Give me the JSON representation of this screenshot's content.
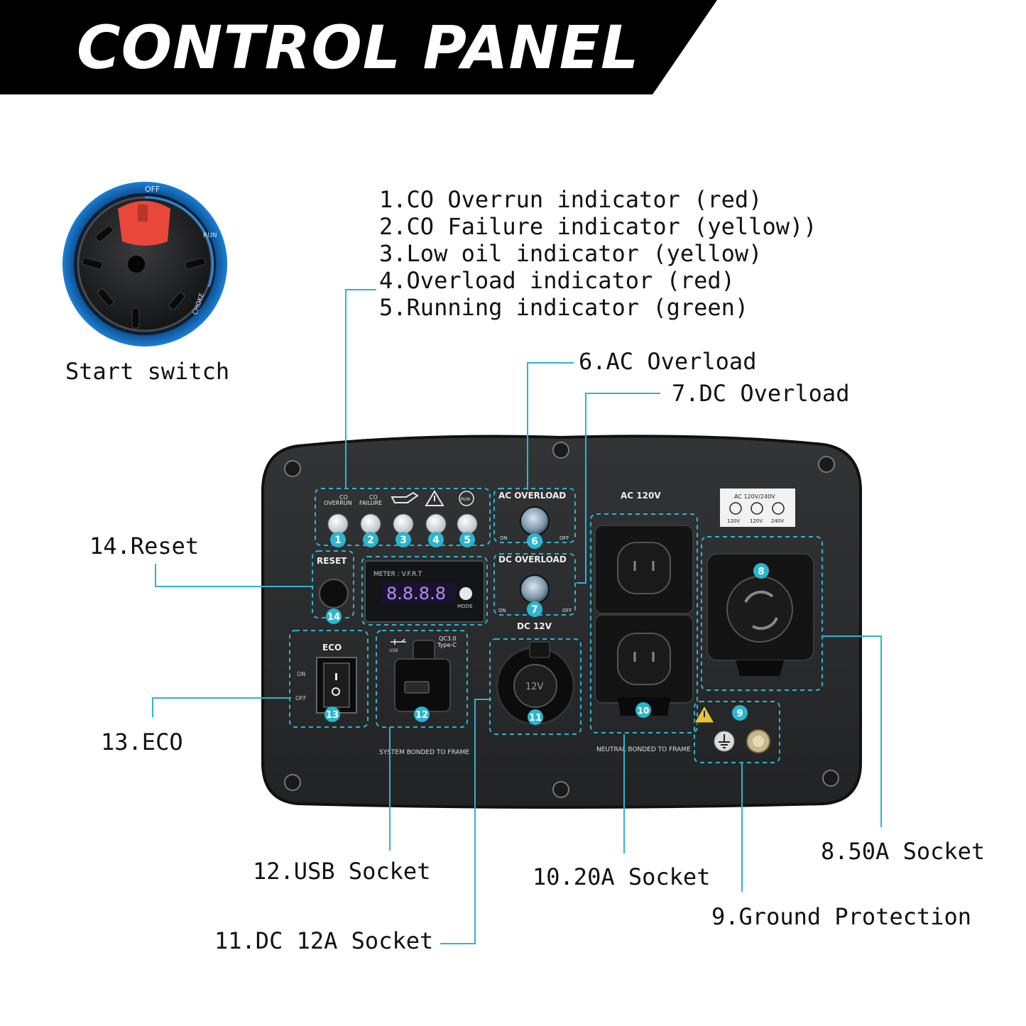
{
  "banner": {
    "title": "CONTROL PANEL"
  },
  "start_switch": {
    "label": "Start switch",
    "dial_off": "OFF",
    "dial_run": "RUN",
    "dial_choke": "CHOKE"
  },
  "indicators_list": [
    "1.CO Overrun indicator (red)",
    "2.CO Failure indicator (yellow))",
    "3.Low oil indicator (yellow)",
    "4.Overload indicator (red)",
    "5.Running indicator (green)"
  ],
  "callouts": {
    "ac_overload": "6.AC Overload",
    "dc_overload": "7.DC Overload",
    "socket_50a": "8.50A Socket",
    "ground": "9.Ground Protection",
    "socket_20a": "10.20A Socket",
    "dc_12a": "11.DC 12A Socket",
    "usb": "12.USB Socket",
    "eco": "13.ECO",
    "reset": "14.Reset"
  },
  "panel": {
    "co_overrun": "CO",
    "co_overrun_2": "OVERRUN",
    "co_failure": "CO",
    "co_failure_2": "FAILURE",
    "run_icon": "RUN",
    "numbers": [
      "1",
      "2",
      "3",
      "4",
      "5",
      "6",
      "7",
      "8",
      "9",
      "10",
      "11",
      "12",
      "13",
      "14"
    ],
    "ac_overload": "AC OVERLOAD",
    "dc_overload": "DC OVERLOAD",
    "on": "ON",
    "off": "OFF",
    "reset": "RESET",
    "meter": "METER : V.F.R.T",
    "meter_digits": "8.8.8.8",
    "mode": "MODE",
    "ac120": "AC 120V",
    "ac_dual": "AC 120V/240V",
    "v120a": "120V",
    "v120b": "120V",
    "v240": "240V",
    "eco": "ECO",
    "eco_on": "ON",
    "eco_off": "OFF",
    "usb": "USB",
    "qc": "QC3.0",
    "typec": "Type-C",
    "dc12v": "DC 12V",
    "v12": "12V",
    "system_bonded": "SYSTEM BONDED TO FRAME",
    "neutral_bonded": "NEUTRAL BONDED TO FRAME"
  },
  "colors": {
    "accent": "#2bb6cf",
    "panel": "#2b2c2e",
    "knob_red": "#e8473a",
    "ring_blue": "#1a7fd6",
    "meter_digit": "#b58bf0"
  },
  "icons": [
    "oil-can-icon",
    "warning-icon",
    "run-icon",
    "ground-icon",
    "usb-icon",
    "screw-icon"
  ]
}
